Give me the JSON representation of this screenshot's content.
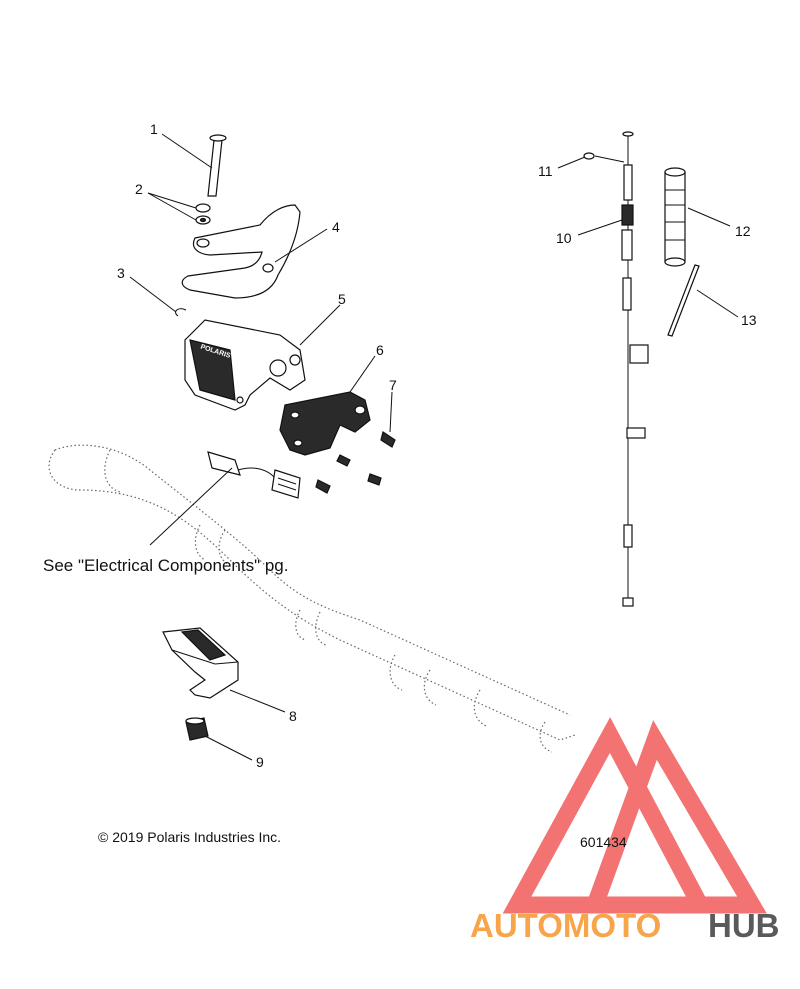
{
  "callouts": [
    "1",
    "2",
    "3",
    "4",
    "5",
    "6",
    "7",
    "8",
    "9",
    "10",
    "11",
    "12",
    "13"
  ],
  "note": "See \"Electrical Components\" pg.",
  "copyright": "© 2019 Polaris Industries Inc.",
  "diagram_number": "601434",
  "brand_label": "POLARIS",
  "watermark": {
    "text_left": "AUTOMOTO",
    "text_right": "HUB",
    "color_left": "#f7a54a",
    "color_right": "#5a5a5a",
    "triangle_color": "#f15a5a"
  }
}
